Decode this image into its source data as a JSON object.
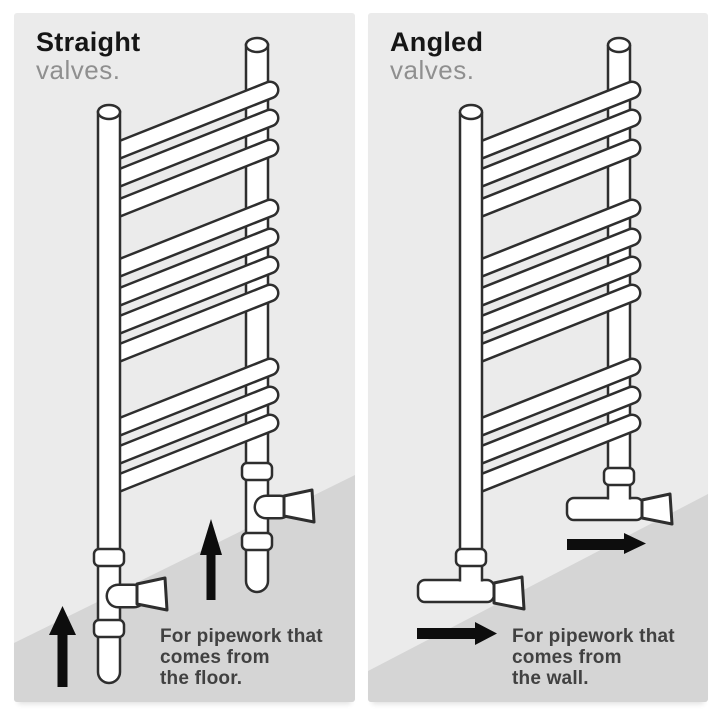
{
  "colors": {
    "page_bg": "#ffffff",
    "panel_bg": "#ebebeb",
    "floor": "#d5d5d5",
    "outline": "#2e2e2e",
    "fill": "#ffffff",
    "heading": "#161616",
    "subheading": "#8f8f8f",
    "body_text": "#414141",
    "arrow": "#0d0d0d"
  },
  "panels": [
    {
      "id": "straight",
      "title": "Straight",
      "subtitle": "valves.",
      "valve_type": "straight",
      "arrow_direction": "up",
      "caption_lines": [
        "For pipework that",
        "comes from",
        "the floor."
      ]
    },
    {
      "id": "angled",
      "title": "Angled",
      "subtitle": "valves.",
      "valve_type": "angled",
      "arrow_direction": "right",
      "caption_lines": [
        "For pipework that",
        "comes from",
        "the wall."
      ]
    }
  ]
}
